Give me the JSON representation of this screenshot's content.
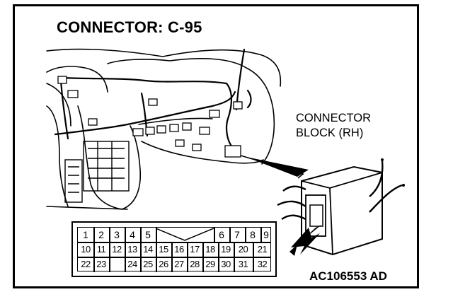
{
  "title": "CONNECTOR: C-95",
  "connector_block_label": [
    "CONNECTOR",
    "BLOCK (RH)"
  ],
  "figure_code": "AC106553 AD",
  "pin_rows": [
    [
      "1",
      "2",
      "3",
      "4",
      "5",
      "",
      "",
      "6",
      "7",
      "8",
      "9"
    ],
    [
      "10",
      "11",
      "12",
      "13",
      "14",
      "15",
      "16",
      "17",
      "18",
      "19",
      "20",
      "21"
    ],
    [
      "22",
      "23",
      "",
      "24",
      "25",
      "26",
      "27",
      "28",
      "29",
      "30",
      "",
      "31",
      "32"
    ]
  ]
}
